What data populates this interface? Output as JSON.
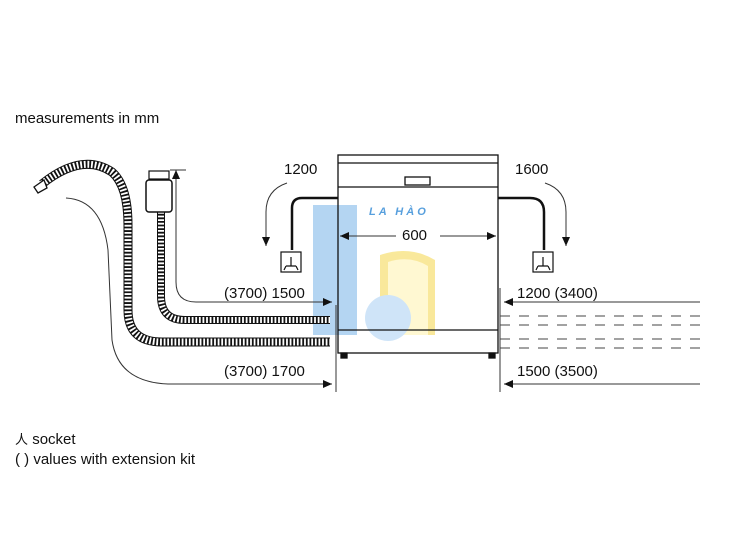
{
  "header": {
    "units_note": "measurements in mm"
  },
  "dimensions": {
    "cord_left": "1200",
    "cord_right": "1600",
    "appliance_width": "600",
    "inlet_hose_left": "(3700) 1500",
    "drain_hose_left": "(3700) 1700",
    "inlet_hose_right": "1200 (3400)",
    "drain_hose_right": "1500 (3500)"
  },
  "legend": {
    "socket_symbol": "⼈",
    "socket_label": "socket",
    "extension_label": "( ) values with extension kit"
  },
  "watermark": {
    "text": "LA HÀO",
    "color": "#3a8fd8"
  },
  "colors": {
    "line": "#111111",
    "dim_line": "#333333",
    "watermark_blue": "#3a8fd8",
    "watermark_yellow": "#f2d21b"
  }
}
